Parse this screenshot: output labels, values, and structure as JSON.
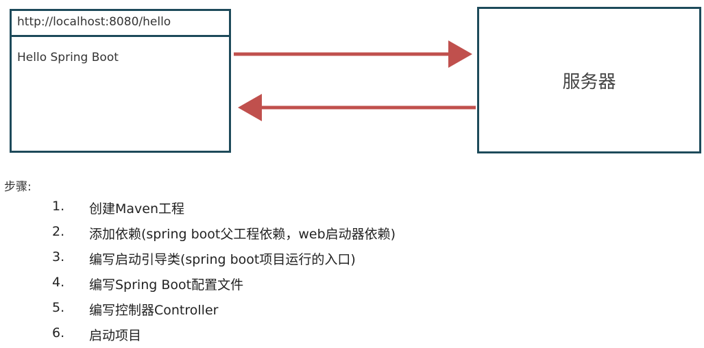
{
  "browser": {
    "url": "http://localhost:8080/hello",
    "content": "Hello Spring Boot"
  },
  "server": {
    "label": "服务器"
  },
  "colors": {
    "box_border": "#1d4a5a",
    "arrow": "#c0504d"
  },
  "steps": {
    "heading": "步骤:",
    "items": [
      {
        "number": "1.",
        "text": "创建Maven工程"
      },
      {
        "number": "2.",
        "text": "添加依赖(spring boot父工程依赖，web启动器依赖)"
      },
      {
        "number": "3.",
        "text": "编写启动引导类(spring boot项目运行的入口)"
      },
      {
        "number": "4.",
        "text": "编写Spring Boot配置文件"
      },
      {
        "number": "5.",
        "text": "编写控制器Controller"
      },
      {
        "number": "6.",
        "text": "启动项目"
      }
    ]
  }
}
